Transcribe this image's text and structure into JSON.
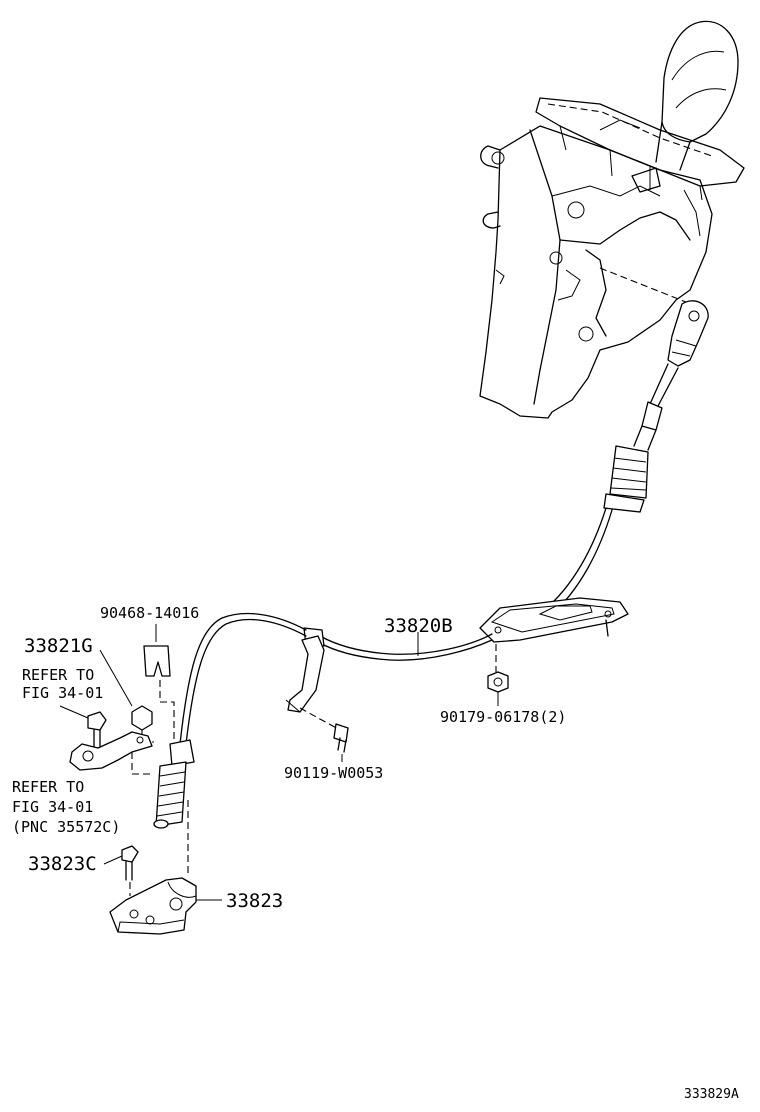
{
  "labels": {
    "p90468": "90468-14016",
    "p33821g": "33821G",
    "refer1_line1": "REFER TO",
    "refer1_line2": "FIG 34-01",
    "refer2_line1": "REFER TO",
    "refer2_line2": "FIG 34-01",
    "refer2_line3": "(PNC 35572C)",
    "p33820b": "33820B",
    "p90179": "90179-06178(2)",
    "p90119": "90119-W0053",
    "p33823c": "33823C",
    "p33823": "33823",
    "figure_id": "333829A"
  }
}
